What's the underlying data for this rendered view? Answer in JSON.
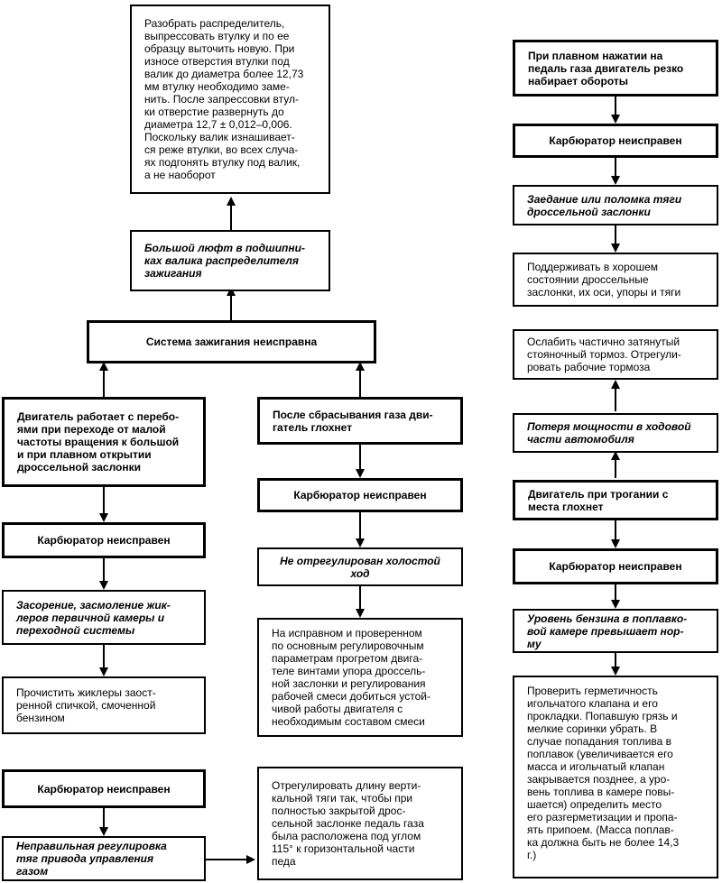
{
  "left": {
    "top_box": [
      "Разобрать распределитель,",
      "выпрессовать втулку и по ее",
      "образцу выточить новую. При",
      "износе отверстия втулки под",
      "валик до диаметра более 12,73",
      "мм втулку необходимо заме-",
      "нить. После запрессовки втул-",
      "ки отверстие развернуть до",
      "диаметра 12,7 ± 0,012–0,006.",
      "Поскольку валик изнашивает-",
      "ся реже втулки, во всех случа-",
      "ях подгонять втулку под валик,",
      "а не наоборот"
    ],
    "play_box": [
      "Большой люфт в подшипни-",
      "ках валика распределителя",
      "зажигания"
    ],
    "ignition_box": "Система зажигания неисправна",
    "misfire_box": [
      "Двигатель работает с перебо-",
      "ями при переходе от малой",
      "частоты вращения к большой",
      "и при плавном открытии",
      "дроссельной заслонки"
    ],
    "carb1": "Карбюратор неисправен",
    "clog_box": [
      "Засорение, засмоление жик-",
      "леров первичной камеры и",
      "переходной системы"
    ],
    "clean_box": [
      "Прочистить жиклеры заост-",
      "ренной спичкой, смоченной",
      "бензином"
    ],
    "carb2": "Карбюратор неисправен",
    "linkage_box": [
      "Неправильная регулировка",
      "тяг привода управления",
      "газом"
    ]
  },
  "middle": {
    "stall_box": [
      "После сбрасывания газа дви-",
      "гатель глохнет"
    ],
    "carb3": "Карбюратор неисправен",
    "idle_box": [
      "Не отрегулирован холостой",
      "ход"
    ],
    "adjust_box": [
      "На исправном и проверенном",
      "по основным регулировочным",
      "параметрам прогретом двига-",
      "теле винтами упора дроссель-",
      "ной заслонки и регулирования",
      "рабочей смеси добиться устой-",
      "чивой работы двигателя с",
      "необходимым составом смеси"
    ],
    "rod_box": [
      "Отрегулировать длину верти-",
      "кальной тяги так, чтобы при",
      "полностью закрытой дрос-",
      "сельной заслонке педаль газа",
      "была расположена под углом",
      "115° к горизонтальной части",
      "педа"
    ]
  },
  "right": {
    "revs_box": [
      "При плавном нажатии на",
      "педаль газа двигатель резко",
      "набирает обороты"
    ],
    "carb4": "Карбюратор неисправен",
    "jam_box": [
      "Заедание или поломка тяги",
      "дроссельной заслонки"
    ],
    "maintain_box": [
      "Поддерживать в хорошем",
      "состоянии дроссельные",
      "заслонки, их оси, упоры и тяги"
    ],
    "brake_box": [
      "Ослабить частично затянутый",
      "стояночный тормоз. Отрегули-",
      "ровать рабочие тормоза"
    ],
    "power_box": [
      "Потеря мощности в ходовой",
      "части автомобиля"
    ],
    "start_stall_box": [
      "Двигатель при трогании с",
      "места глохнет"
    ],
    "carb5": "Карбюратор неисправен",
    "fuel_level_box": [
      "Уровень бензина в поплавко-",
      "вой камере превышает нор-",
      "му"
    ],
    "needle_box": [
      "Проверить герметичность",
      "игольчатого клапана и его",
      "прокладки. Попавшую грязь и",
      "мелкие соринки убрать. В",
      "случае попадания топлива в",
      "поплавок (увеличивается его",
      "масса и игольчатый клапан",
      "закрывается позднее, а уро-",
      "вень топлива в камере повы-",
      "шается) определить место",
      "его разгерметизации и пропа-",
      "ять припоем. (Масса поплав-",
      "ка должна быть не более 14,3",
      "г.)"
    ]
  }
}
